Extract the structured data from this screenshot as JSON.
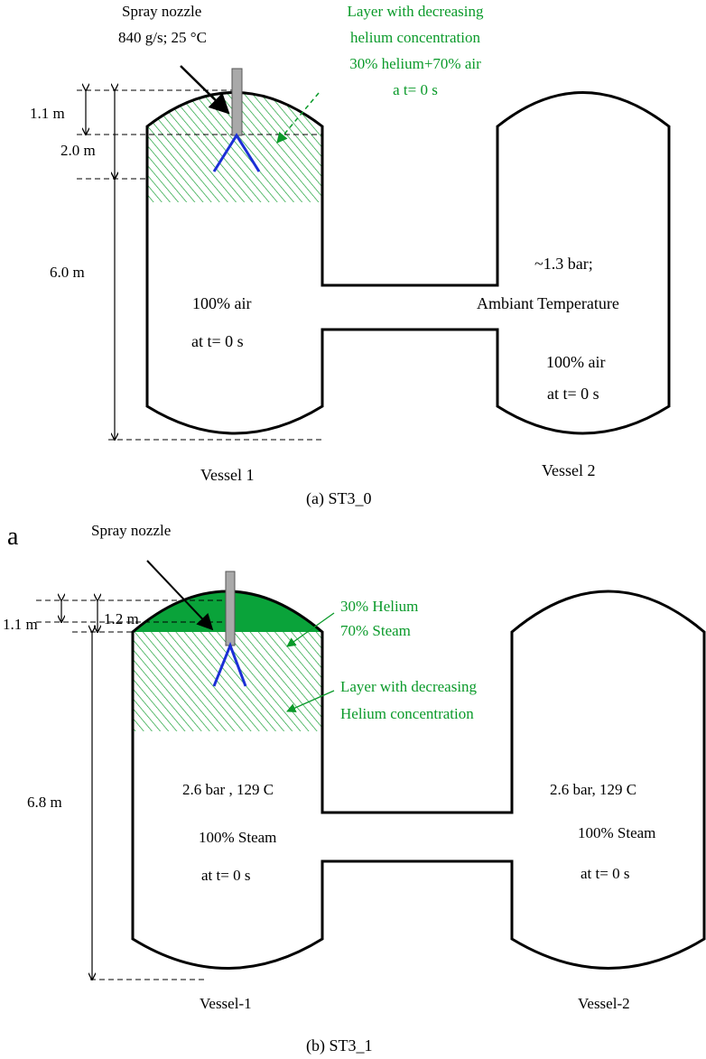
{
  "colors": {
    "helium_green": "#0a9a2a",
    "solid_green": "#0aa33a",
    "spray_blue": "#1c2fd6",
    "nozzle_gray": "#a9a9a9"
  },
  "panel_a": {
    "nozzle_title": "Spray nozzle",
    "nozzle_spec": "840 g/s; 25  °C",
    "layer_lines": [
      "Layer with decreasing",
      "helium concentration",
      "30% helium+70% air",
      "a t= 0 s"
    ],
    "dim_1": "1.1 m",
    "dim_2": "2.0 m",
    "dim_3": "6.0 m",
    "v1_air": "100% air",
    "v1_time": "at t= 0 s",
    "v2_pressure": "~1.3 bar;",
    "v2_temp": "Ambiant Temperature",
    "v2_air": "100% air",
    "v2_time": "at t= 0 s",
    "vessel_1": "Vessel 1",
    "vessel_2": "Vessel 2",
    "caption": "(a) ST3_0"
  },
  "panel_b": {
    "panel_letter": "a",
    "nozzle_title": "Spray nozzle",
    "dim_1": "1.1 m",
    "dim_2": "1.2 m",
    "dim_3": "6.8 m",
    "helium_lines": [
      "30% Helium",
      "70% Steam"
    ],
    "layer_lines": [
      "Layer with decreasing",
      "Helium concentration"
    ],
    "v1_pressure": "2.6 bar ,  129 C",
    "v1_steam": "100% Steam",
    "v1_time": "at t= 0 s",
    "v2_pressure": "2.6 bar, 129 C",
    "v2_steam": "100% Steam",
    "v2_time": "at t= 0 s",
    "vessel_1": "Vessel-1",
    "vessel_2": "Vessel-2",
    "caption": "(b) ST3_1"
  }
}
